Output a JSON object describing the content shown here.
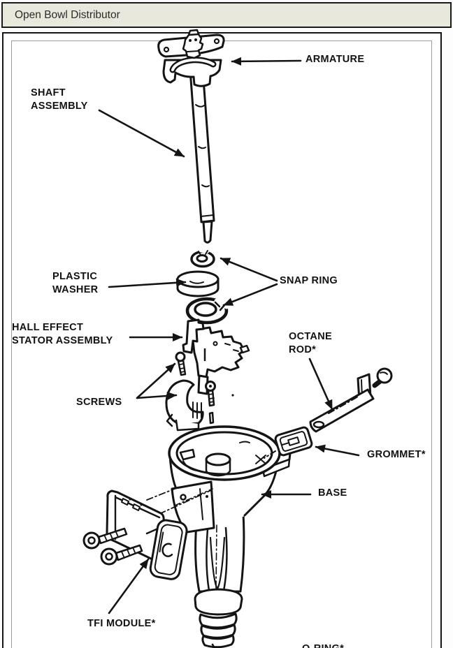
{
  "window": {
    "title": "Open Bowl Distributor"
  },
  "diagram": {
    "labels": {
      "armature": "ARMATURE",
      "shaft_assembly_1": "SHAFT",
      "shaft_assembly_2": "ASSEMBLY",
      "plastic_washer_1": "PLASTIC",
      "plastic_washer_2": "WASHER",
      "snap_ring": "SNAP RING",
      "hall_effect_1": "HALL EFFECT",
      "hall_effect_2": "STATOR ASSEMBLY",
      "octane_rod_1": "OCTANE",
      "octane_rod_2": "ROD*",
      "screws": "SCREWS",
      "grommet": "GROMMET*",
      "base": "BASE",
      "tfi_module": "TFI MODULE*",
      "o_ring": "O-RING*"
    },
    "colors": {
      "ink": "#141414",
      "titlebar_bg": "#e9e8dc",
      "panel_bg": "#ffffff"
    }
  }
}
